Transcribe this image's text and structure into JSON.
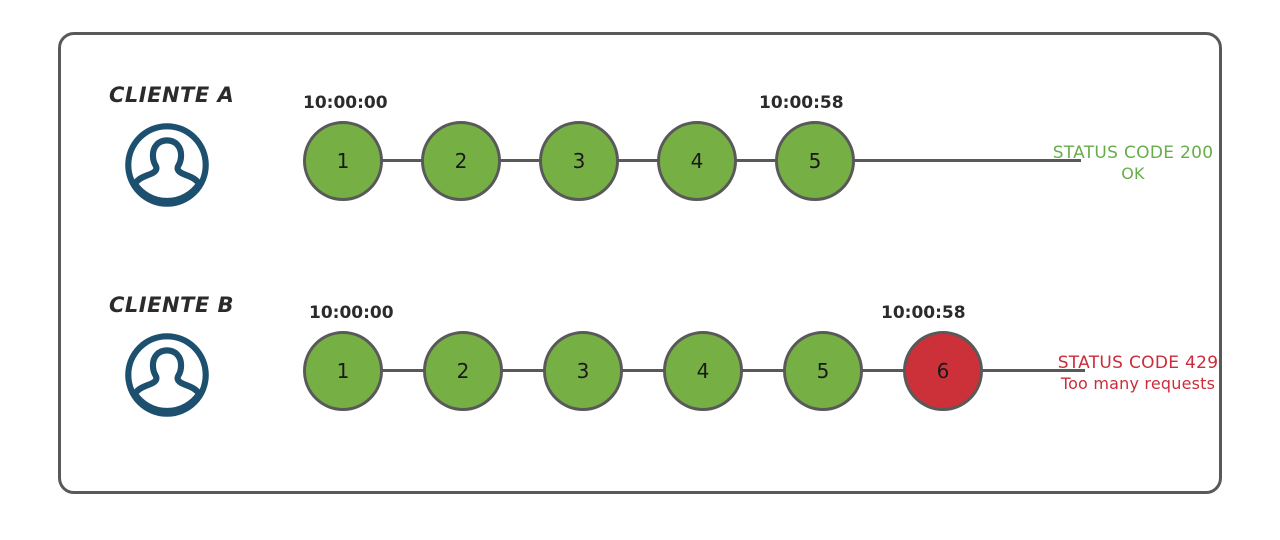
{
  "diagram": {
    "title_present": false,
    "colors": {
      "panel_border": "#595959",
      "node_green": "#76b045",
      "node_red": "#cc3039",
      "node_stroke": "#595959",
      "connector": "#595959",
      "avatar": "#1d4f6e",
      "status_ok": "#67ad4a",
      "status_error": "#cc2b39",
      "label_text": "#2b2b2b"
    },
    "rows": [
      {
        "id": "client-a",
        "label": "CLIENTE A",
        "avatar_icon": "user-avatar-icon",
        "timestamp_start": "10:00:00",
        "timestamp_end": "10:00:58",
        "nodes": [
          {
            "n": "1",
            "state": "ok"
          },
          {
            "n": "2",
            "state": "ok"
          },
          {
            "n": "3",
            "state": "ok"
          },
          {
            "n": "4",
            "state": "ok"
          },
          {
            "n": "5",
            "state": "ok"
          }
        ],
        "status": {
          "line1": "STATUS CODE 200",
          "line2": "OK",
          "state": "ok"
        }
      },
      {
        "id": "client-b",
        "label": "CLIENTE B",
        "avatar_icon": "user-avatar-icon",
        "timestamp_start": "10:00:00",
        "timestamp_end": "10:00:58",
        "nodes": [
          {
            "n": "1",
            "state": "ok"
          },
          {
            "n": "2",
            "state": "ok"
          },
          {
            "n": "3",
            "state": "ok"
          },
          {
            "n": "4",
            "state": "ok"
          },
          {
            "n": "5",
            "state": "ok"
          },
          {
            "n": "6",
            "state": "error"
          }
        ],
        "status": {
          "line1": "STATUS CODE 429",
          "line2": "Too many requests",
          "state": "error"
        }
      }
    ]
  }
}
